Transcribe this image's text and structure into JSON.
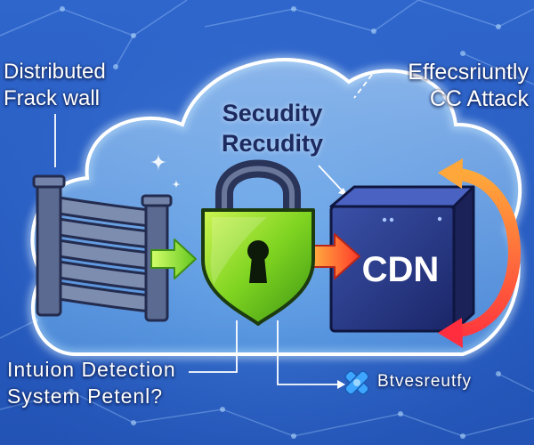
{
  "labels": {
    "firewall": {
      "line1": "Distributed",
      "line2": "Frack wall"
    },
    "attack": {
      "line1": "Effecsriuntly",
      "line2": "CC Attack"
    },
    "security": {
      "line1": "Secudity",
      "line2": "Recudity"
    },
    "detection": {
      "line1": "Intuion Detection",
      "line2": "System Petenl?"
    },
    "badge": {
      "text": "Btvesreutfy"
    }
  },
  "cdn_box": {
    "label": "CDN"
  },
  "icons": [
    "cloud-icon",
    "firewall-icon",
    "green-arrow-icon",
    "padlock-icon",
    "orange-arrow-icon",
    "server-box-icon",
    "circular-arrow-icon",
    "puzzle-icon",
    "sparkle-icon"
  ],
  "colors": {
    "background": "#2d63c8",
    "cloud_outline": "#ffffff",
    "lock_green": "#7ed321",
    "attack_arrow": "#ff3b2f",
    "cdn_box": "#1f2a6b",
    "heading_text": "#1c2a60",
    "badge_icon": "#3ea6ff"
  }
}
